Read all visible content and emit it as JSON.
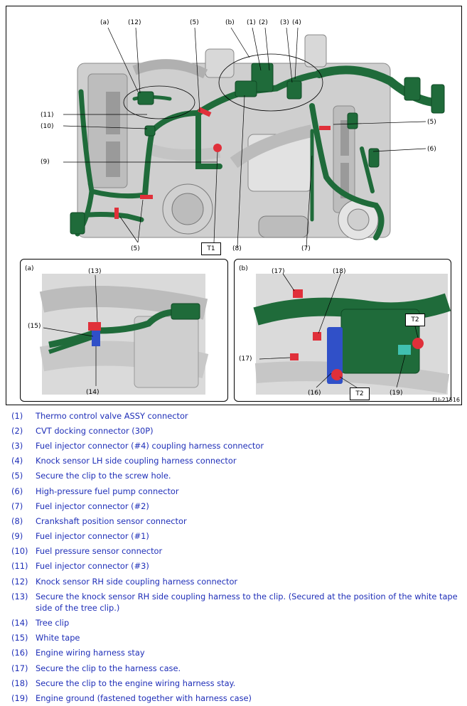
{
  "figure": {
    "figure_code": "FU-21516",
    "main_callouts": [
      {
        "id": "a",
        "text": "(a)"
      },
      {
        "id": "12",
        "text": "(12)"
      },
      {
        "id": "5",
        "text": "(5)"
      },
      {
        "id": "b",
        "text": "(b)"
      },
      {
        "id": "1",
        "text": "(1)"
      },
      {
        "id": "2",
        "text": "(2)"
      },
      {
        "id": "3",
        "text": "(3)"
      },
      {
        "id": "4",
        "text": "(4)"
      },
      {
        "id": "11",
        "text": "(11)"
      },
      {
        "id": "10",
        "text": "(10)"
      },
      {
        "id": "9",
        "text": "(9)"
      },
      {
        "id": "6",
        "text": "(6)"
      },
      {
        "id": "8",
        "text": "(8)"
      },
      {
        "id": "7",
        "text": "(7)"
      },
      {
        "id": "t1",
        "text": "T1"
      }
    ],
    "inset_a": {
      "title": "(a)",
      "callouts": {
        "c13": "(13)",
        "c15": "(15)",
        "c14": "(14)"
      }
    },
    "inset_b": {
      "title": "(b)",
      "callouts": {
        "c17a": "(17)",
        "c18": "(18)",
        "t2a": "T2",
        "c17b": "(17)",
        "c16": "(16)",
        "t2b": "T2",
        "c19": "(19)"
      }
    },
    "colors": {
      "harness": "#1f6b3a",
      "harness_dark": "#0f4a24",
      "clip": "#e0303a",
      "stay": "#3050c8",
      "engine": "#cfcfcf",
      "engine_dark": "#9a9a9a"
    }
  },
  "legend": [
    {
      "num": "(1)",
      "text": "Thermo control valve ASSY connector"
    },
    {
      "num": "(2)",
      "text": "CVT docking connector (30P)"
    },
    {
      "num": "(3)",
      "text": "Fuel injector connector (#4) coupling harness connector"
    },
    {
      "num": "(4)",
      "text": "Knock sensor LH side coupling harness connector"
    },
    {
      "num": "(5)",
      "text": "Secure the clip to the screw hole."
    },
    {
      "num": "(6)",
      "text": "High-pressure fuel pump connector"
    },
    {
      "num": "(7)",
      "text": "Fuel injector connector (#2)"
    },
    {
      "num": "(8)",
      "text": "Crankshaft position sensor connector"
    },
    {
      "num": "(9)",
      "text": "Fuel injector connector (#1)"
    },
    {
      "num": "(10)",
      "text": "Fuel pressure sensor connector"
    },
    {
      "num": "(11)",
      "text": "Fuel injector connector (#3)"
    },
    {
      "num": "(12)",
      "text": "Knock sensor RH side coupling harness connector"
    },
    {
      "num": "(13)",
      "text": "Secure the knock sensor RH side coupling harness to the clip. (Secured at the position of the white tape side of the tree clip.)"
    },
    {
      "num": "(14)",
      "text": "Tree clip"
    },
    {
      "num": "(15)",
      "text": "White tape"
    },
    {
      "num": "(16)",
      "text": "Engine wiring harness stay"
    },
    {
      "num": "(17)",
      "text": "Secure the clip to the harness case."
    },
    {
      "num": "(18)",
      "text": "Secure the clip to the engine wiring harness stay."
    },
    {
      "num": "(19)",
      "text": "Engine ground (fastened together with harness case)"
    }
  ]
}
